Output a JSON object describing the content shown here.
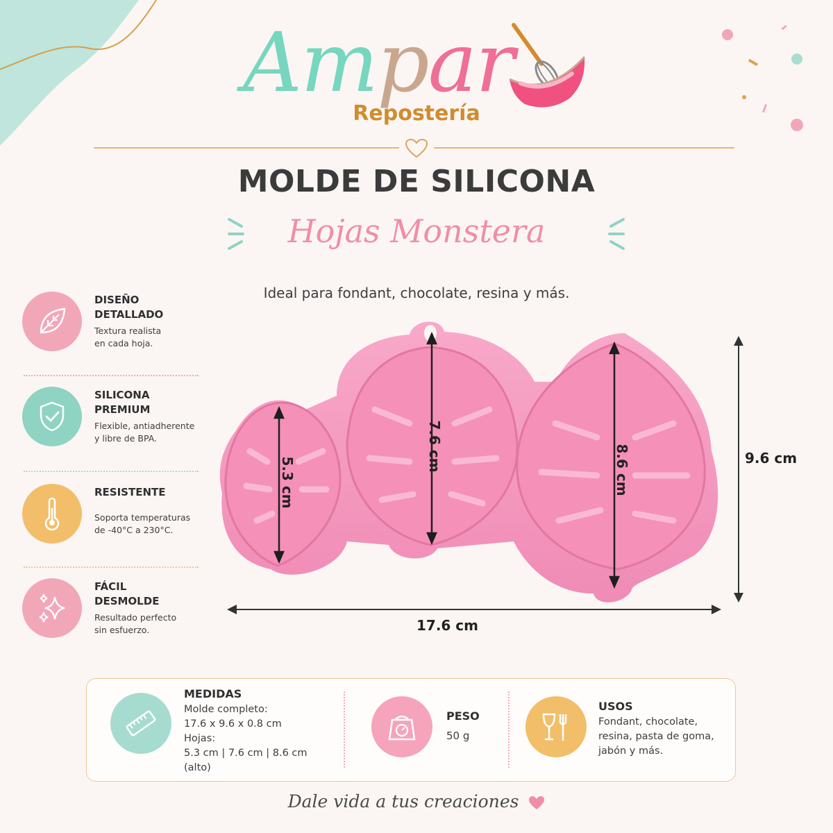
{
  "brand": {
    "logo_a": "Am",
    "logo_b": "p",
    "logo_c": "ar",
    "subtitle": "Repostería"
  },
  "title": "MOLDE DE SILICONA",
  "script_title": "Hojas Monstera",
  "tagline": "Ideal para fondant, chocolate, resina y más.",
  "features": [
    {
      "title_1": "DISEÑO",
      "title_2": "DETALLADO",
      "desc_1": "Textura realista",
      "desc_2": "en cada hoja.",
      "icon": "leaf-icon",
      "color": "#f2a7b9"
    },
    {
      "title_1": "SILICONA",
      "title_2": "PREMIUM",
      "desc_1": "Flexible, antiadherente",
      "desc_2": "y libre de BPA.",
      "icon": "shield-check-icon",
      "color": "#8fd3c3"
    },
    {
      "title_1": "RESISTENTE",
      "title_2": "",
      "desc_1": "Soporta temperaturas",
      "desc_2": "de -40°C a 230°C.",
      "icon": "thermometer-icon",
      "color": "#f2be6a"
    },
    {
      "title_1": "FÁCIL",
      "title_2": "DESMOLDE",
      "desc_1": "Resultado perfecto",
      "desc_2": "sin esfuerzo.",
      "icon": "sparkles-icon",
      "color": "#f2a7b9"
    }
  ],
  "measurements": {
    "leaf_small": "5.3 cm",
    "leaf_medium": "7.6 cm",
    "leaf_large": "8.6 cm",
    "height": "9.6 cm",
    "width": "17.6 cm"
  },
  "specs": {
    "medidas": {
      "label": "MEDIDAS",
      "line_1": "Molde completo:",
      "line_2": "17.6 x 9.6 x 0.8 cm",
      "line_3": "Hojas:",
      "line_4": "5.3 cm | 7.6 cm | 8.6 cm",
      "line_5": "(alto)",
      "icon": "ruler-icon"
    },
    "peso": {
      "label": "PESO",
      "value": "50 g",
      "icon": "scale-icon"
    },
    "usos": {
      "label": "USOS",
      "line_1": "Fondant, chocolate,",
      "line_2": "resina, pasta de goma,",
      "line_3": "jabón y más.",
      "icon": "glass-fork-icon"
    }
  },
  "footer": "Dale vida a tus creaciones",
  "colors": {
    "pink": "#f2a7b9",
    "mint": "#8fd3c3",
    "gold": "#f2be6a",
    "mold": "#f59bc0",
    "brand_mint": "#77d6be",
    "brand_tan": "#c9a78f",
    "brand_pink": "#ef6f95",
    "brand_gold": "#d08c2e"
  }
}
